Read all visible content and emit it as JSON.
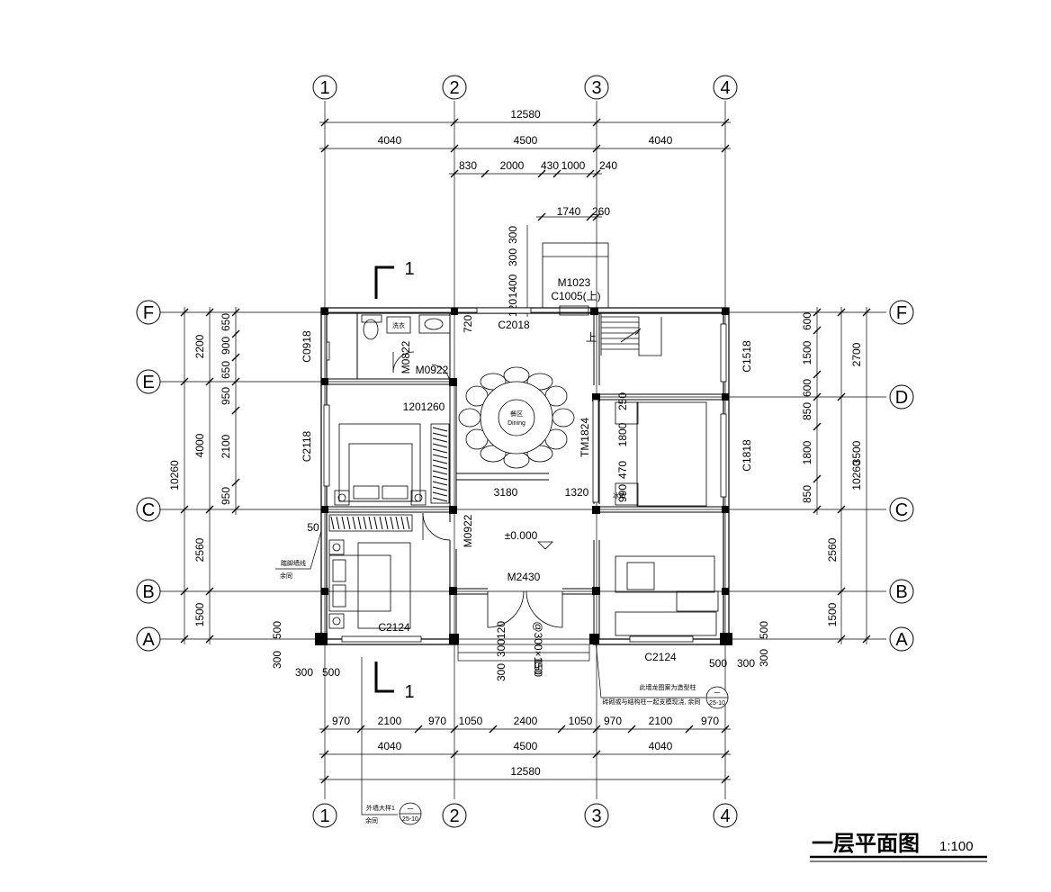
{
  "title": "一层平面图",
  "scale": "1:100",
  "axes": {
    "vertical": [
      "1",
      "2",
      "3",
      "4"
    ],
    "horizontal": [
      "F",
      "E",
      "D",
      "C",
      "B",
      "A"
    ]
  },
  "section_mark": "1",
  "dims": {
    "top_total": "12580",
    "top_spans": [
      "4040",
      "4500",
      "4040"
    ],
    "top_details": [
      "830",
      "2000",
      "430",
      "1000",
      "240"
    ],
    "stair_w": "1740",
    "stair_260": "260",
    "stair_v": [
      "300",
      "300",
      "1400",
      "120"
    ],
    "bot_details": [
      "970",
      "2100",
      "970",
      "1050",
      "2400",
      "1050",
      "970",
      "2100",
      "970"
    ],
    "bot_spans": [
      "4040",
      "4500",
      "4040"
    ],
    "bot_total": "12580",
    "left_outer": [
      "2200",
      "4000",
      "2560",
      "1500"
    ],
    "left_inner": [
      "650",
      "900",
      "650",
      "950",
      "2100",
      "950"
    ],
    "left_total": "10260",
    "right_outer": [
      "2700",
      "3500",
      "2560",
      "1500"
    ],
    "right_inner": [
      "600",
      "1500",
      "600",
      "850",
      "1800",
      "850"
    ],
    "right_total": "10260",
    "bl_300": "300",
    "bl_500": "500",
    "br_500": "500",
    "br_300": "300",
    "room_3180": "3180",
    "room_1320": "1320",
    "room_1201260": "1201260",
    "room_1800": "1800",
    "room_470": "470",
    "room_990": "990",
    "room_250": "250",
    "room_720": "720",
    "room_50": "50",
    "step_300": "300",
    "step_120": "120",
    "step_x": "300",
    "step_150": "150"
  },
  "labels": {
    "m1023": "M1023",
    "c1005": "C1005(上)",
    "c2018": "C2018",
    "c0918": "C0918",
    "m0822": "M0822",
    "m0922_top": "M0922",
    "c1518": "C1518",
    "c2118": "C2118",
    "tm1824": "TM1824",
    "c1818": "C1818",
    "m0922_mid": "M0922",
    "elev": "±0.000",
    "m2430": "M2430",
    "c2124_left": "C2124",
    "c2124_right": "C2124",
    "step_spec": "@300×150",
    "up": "上",
    "wash": "洗衣",
    "dining_cn": "餐区",
    "dining_en": "Dining",
    "fridge": "冰箱",
    "tread_note": "踏脚墙线",
    "same_as": "余同",
    "wall_note": "外墙大样1",
    "wall_same": "余同",
    "col_note1": "此墙龙图案为造型柱",
    "col_note2": "砖砌或与结构柱一起支模现浇, 余同",
    "ref_num": "一",
    "ref_sub": "25-10"
  }
}
